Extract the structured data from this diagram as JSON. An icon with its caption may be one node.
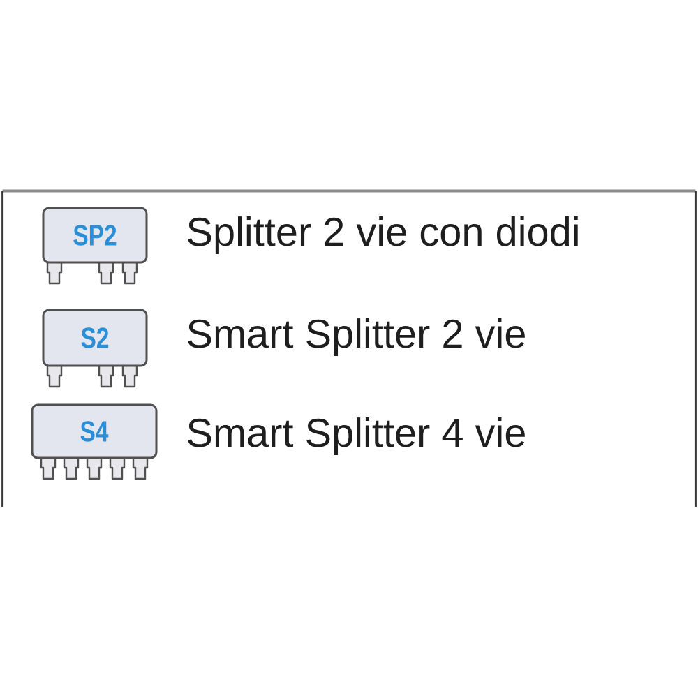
{
  "diagram": {
    "nodes": [
      {
        "text": [],
        "shape": "box"
      },
      {
        "text": [
          "SP2"
        ],
        "beside": [
          "Splitter 2 vie con diodi"
        ],
        "in": 0
      },
      {
        "text": [
          "S2"
        ],
        "beside": [
          "Smart Splitter 2 vie"
        ],
        "in": 0
      },
      {
        "text": [
          "S4"
        ],
        "beside": [
          "Smart Splitter 4 vie"
        ],
        "in": 0
      }
    ]
  }
}
